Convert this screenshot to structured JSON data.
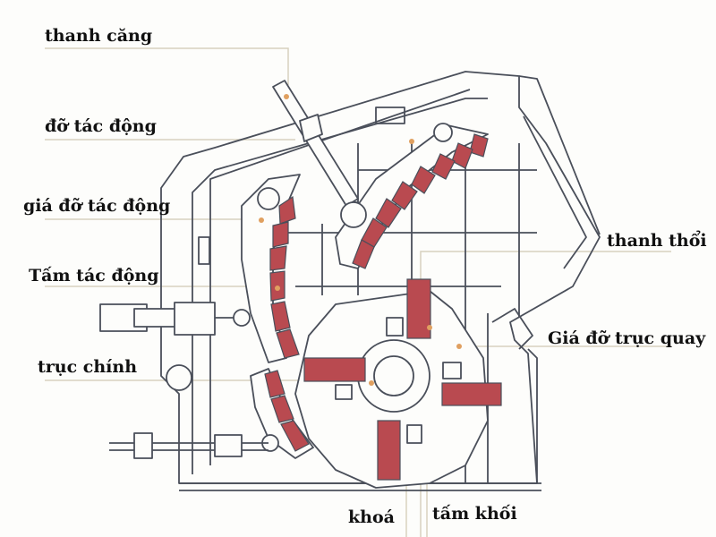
{
  "title": "Impact crusher structure diagram",
  "labels": {
    "tension_rod": "thanh căng",
    "impact_support": "đỡ tác động",
    "impact_frame": "giá đỡ tác động",
    "impact_plate": "Tấm tác động",
    "main_shaft": "trục chính",
    "blow_bar": "thanh thổi",
    "rotor_support": "Giá đỡ trục quay",
    "lock": "khoá",
    "block_plate": "tấm khối"
  },
  "colors": {
    "wear_parts": "#b94a50",
    "outline": "#4a4f5a",
    "leader": "#d8d2bf"
  }
}
